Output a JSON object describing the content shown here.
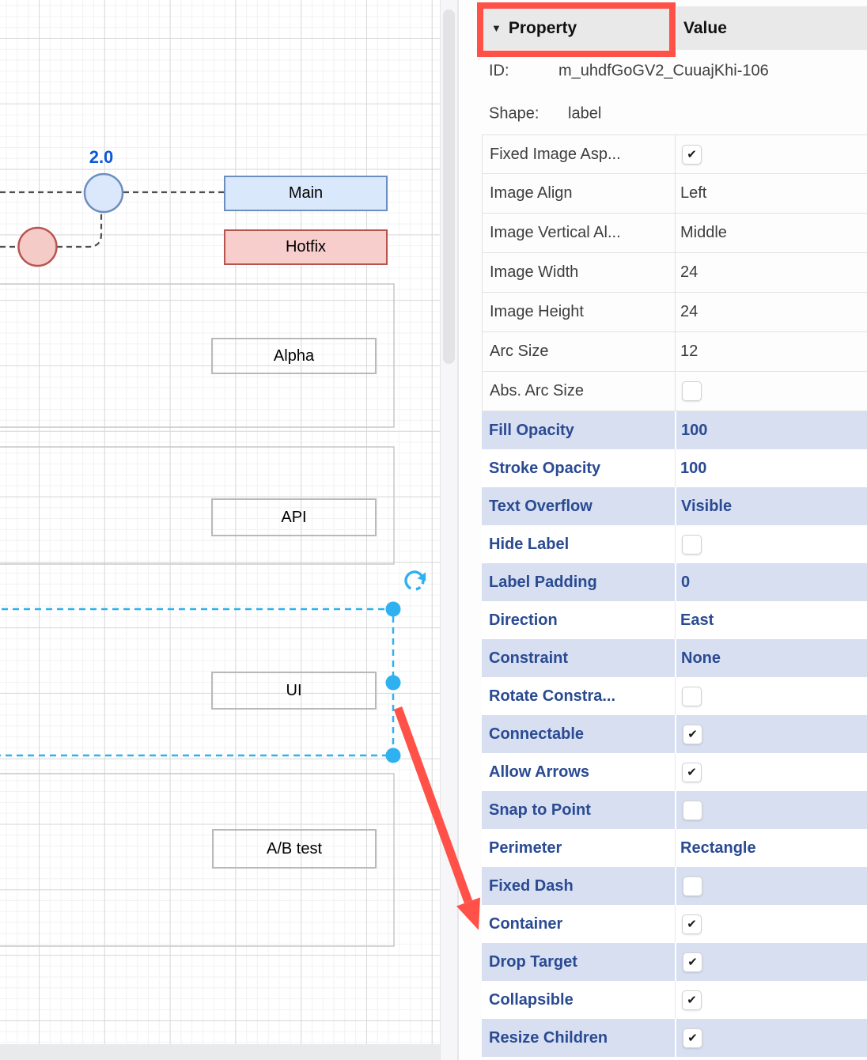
{
  "canvas": {
    "commit_label": "2.0",
    "branch_boxes": [
      {
        "label": "Main",
        "style": "blue"
      },
      {
        "label": "Hotfix",
        "style": "red"
      }
    ],
    "lane_boxes": [
      {
        "label": "Alpha"
      },
      {
        "label": "API"
      },
      {
        "label": "UI",
        "selected": true
      },
      {
        "label": "A/B test"
      }
    ],
    "colors": {
      "blue_fill": "#dae8fc",
      "blue_stroke": "#6c8ebf",
      "red_fill": "#f8cecc",
      "red_stroke": "#b85450",
      "selection": "#2eb1f0",
      "annotation": "#ff5147",
      "commit_label_color": "#0a59d6"
    }
  },
  "icons": {
    "collapse": "▼",
    "check": "✔",
    "rotate": "rotate-clockwise"
  },
  "panel": {
    "header": {
      "property": "Property",
      "value": "Value"
    },
    "id_row": {
      "label": "ID:",
      "value": "m_uhdfGoGV2_CuuajKhi-106"
    },
    "shape_row": {
      "label": "Shape:",
      "value": "label"
    },
    "rows": [
      {
        "label": "Fixed Image Asp...",
        "type": "check",
        "checked": true,
        "style": "plain"
      },
      {
        "label": "Image Align",
        "value": "Left",
        "style": "plain"
      },
      {
        "label": "Image Vertical Al...",
        "value": "Middle",
        "style": "plain"
      },
      {
        "label": "Image Width",
        "value": "24",
        "style": "plain"
      },
      {
        "label": "Image Height",
        "value": "24",
        "style": "plain"
      },
      {
        "label": "Arc Size",
        "value": "12",
        "style": "plain"
      },
      {
        "label": "Abs. Arc Size",
        "type": "check",
        "checked": false,
        "style": "plain"
      },
      {
        "label": "Fill Opacity",
        "value": "100",
        "style": "hlb"
      },
      {
        "label": "Stroke Opacity",
        "value": "100",
        "style": "hlw"
      },
      {
        "label": "Text Overflow",
        "value": "Visible",
        "style": "hlb"
      },
      {
        "label": "Hide Label",
        "type": "check",
        "checked": false,
        "style": "hlw"
      },
      {
        "label": "Label Padding",
        "value": "0",
        "style": "hlb"
      },
      {
        "label": "Direction",
        "value": "East",
        "style": "hlw"
      },
      {
        "label": "Constraint",
        "value": "None",
        "style": "hlb"
      },
      {
        "label": "Rotate Constra...",
        "type": "check",
        "checked": false,
        "style": "hlw"
      },
      {
        "label": "Connectable",
        "type": "check",
        "checked": true,
        "style": "hlb"
      },
      {
        "label": "Allow Arrows",
        "type": "check",
        "checked": true,
        "style": "hlw"
      },
      {
        "label": "Snap to Point",
        "type": "check",
        "checked": false,
        "style": "hlb"
      },
      {
        "label": "Perimeter",
        "value": "Rectangle",
        "style": "hlw"
      },
      {
        "label": "Fixed Dash",
        "type": "check",
        "checked": false,
        "style": "hlb"
      },
      {
        "label": "Container",
        "type": "check",
        "checked": true,
        "style": "hlw"
      },
      {
        "label": "Drop Target",
        "type": "check",
        "checked": true,
        "style": "hlb"
      },
      {
        "label": "Collapsible",
        "type": "check",
        "checked": true,
        "style": "hlw"
      },
      {
        "label": "Resize Children",
        "type": "check",
        "checked": true,
        "style": "hlb"
      }
    ]
  }
}
